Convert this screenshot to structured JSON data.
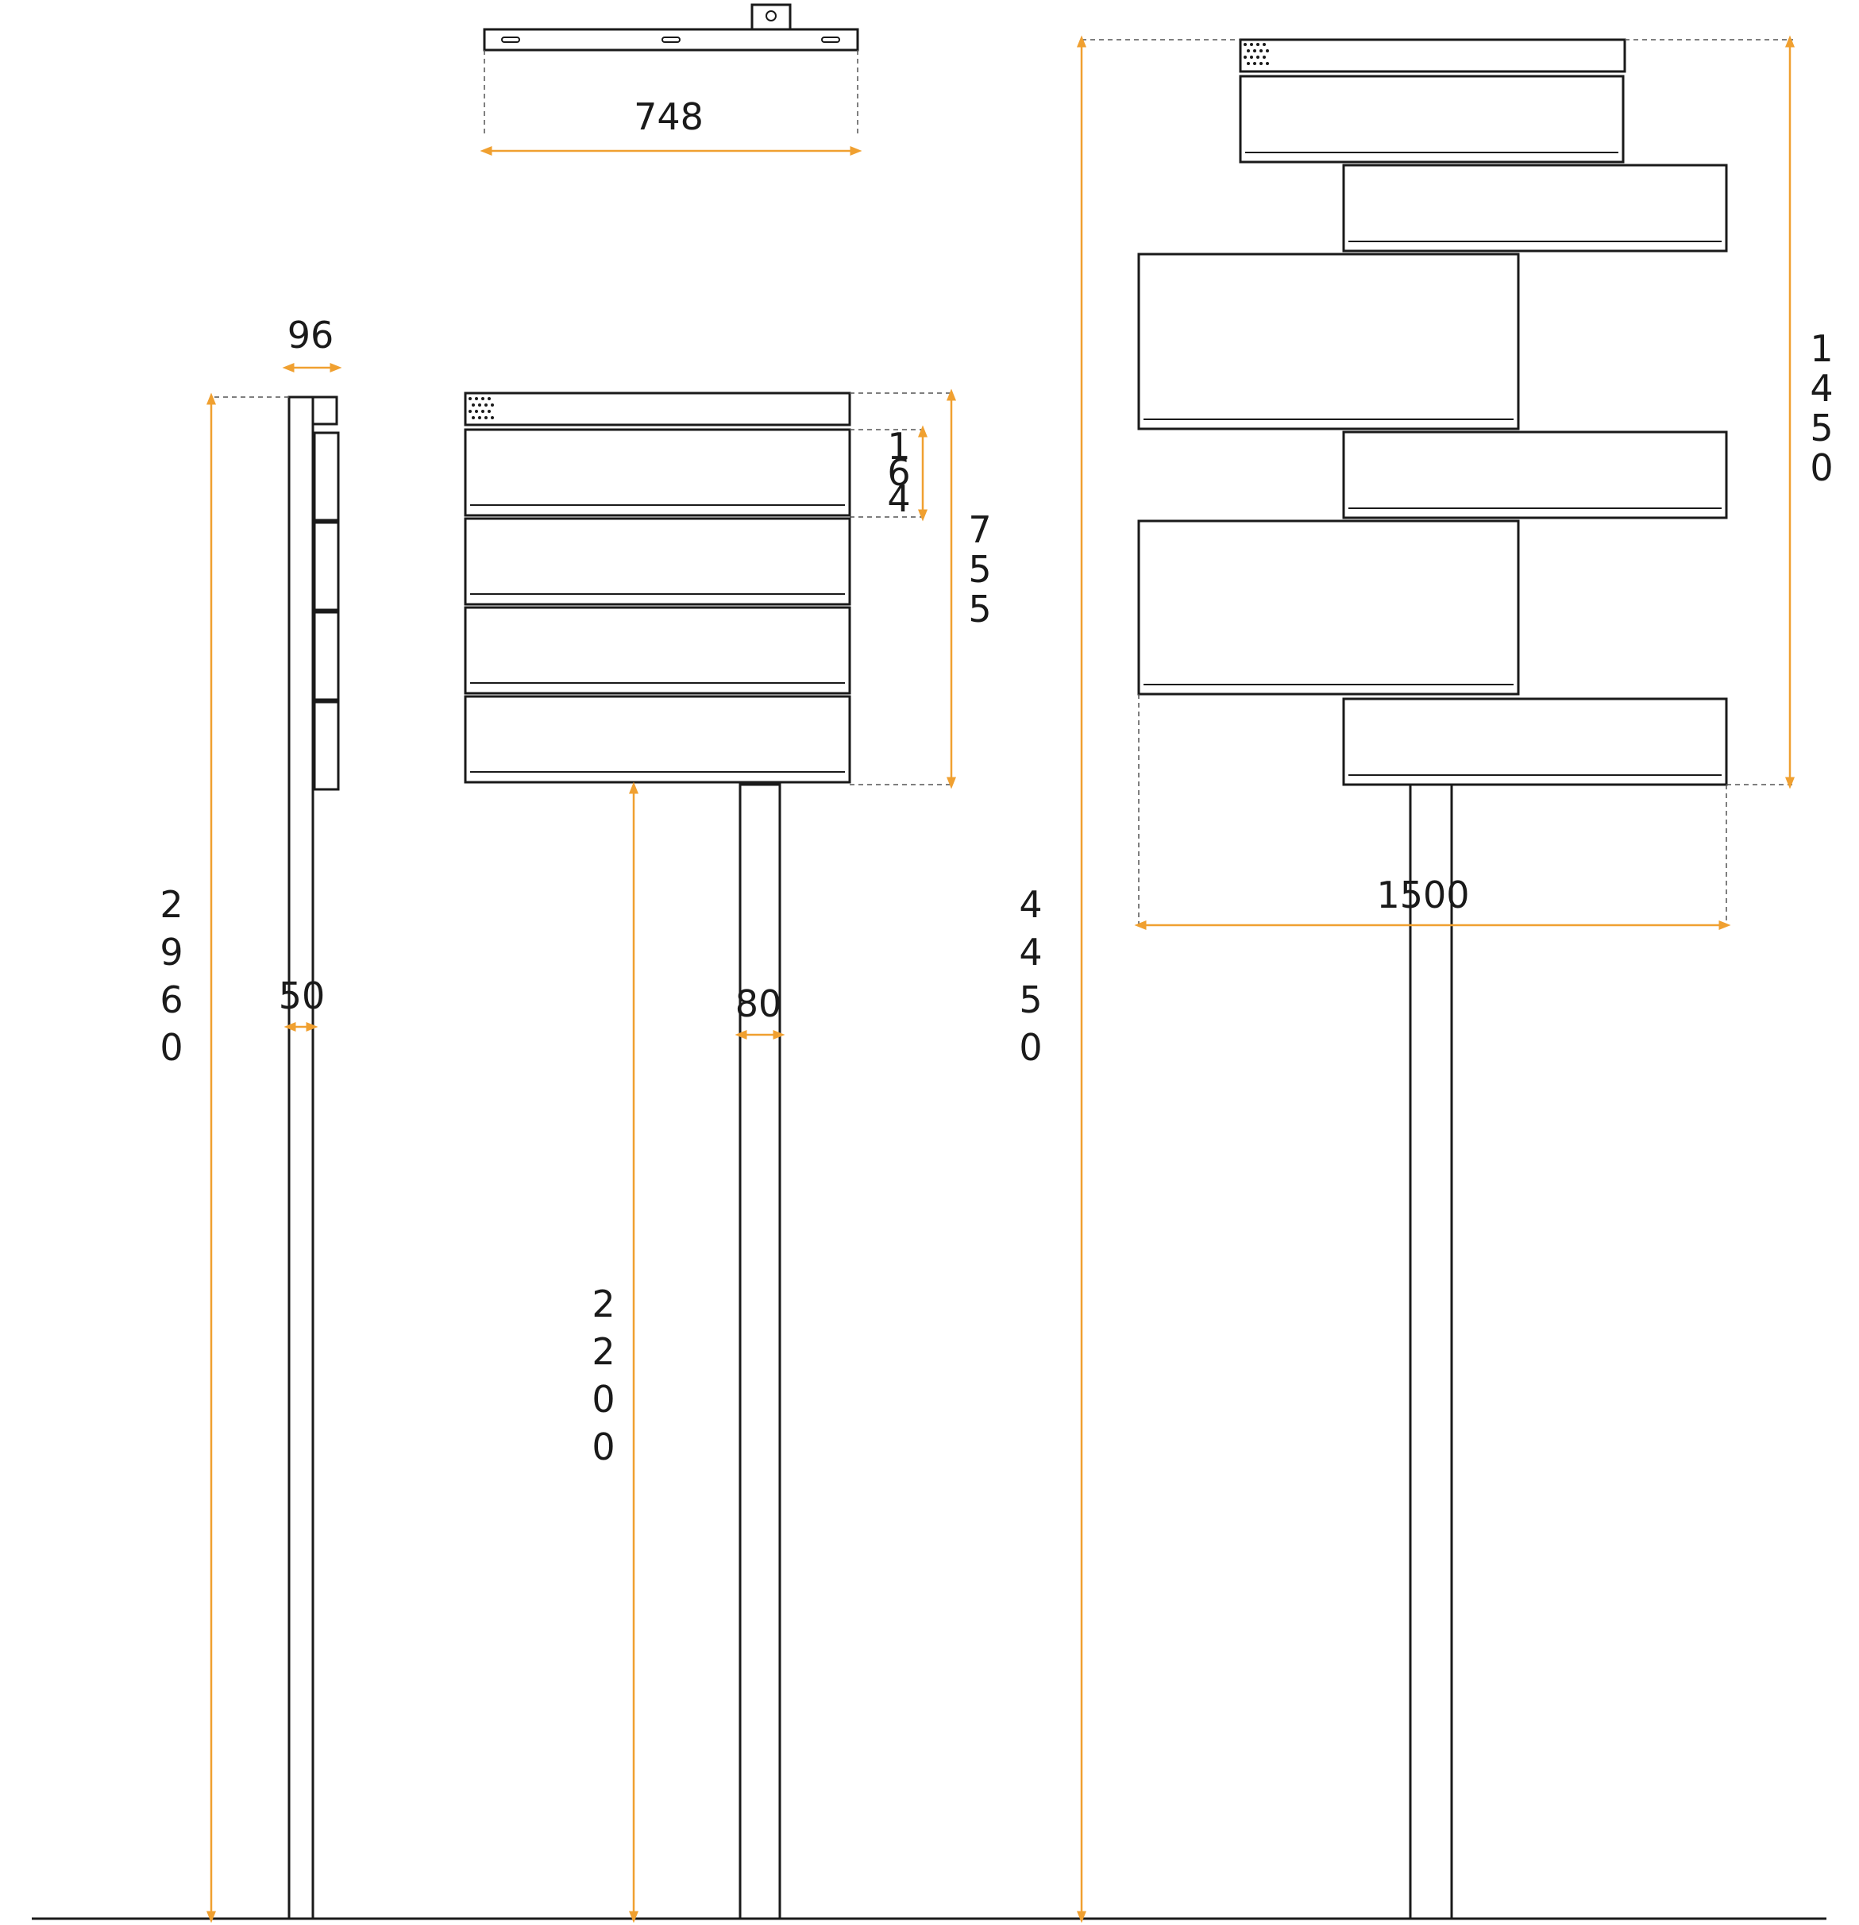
{
  "colors": {
    "line": "#1a1a1a",
    "dimension": "#f0a030",
    "extension": "#555555"
  },
  "dimensions": {
    "top_width": "748",
    "side_depth": "96",
    "side_total_height": [
      "2",
      "9",
      "6",
      "0"
    ],
    "side_post_width": "50",
    "front_box_height": [
      "1",
      "6",
      "4"
    ],
    "front_block_height": [
      "7",
      "5",
      "5"
    ],
    "front_post_width": "80",
    "front_post_height": [
      "2",
      "2",
      "0",
      "0"
    ],
    "large_total_height": [
      "4",
      "4",
      "5",
      "0"
    ],
    "large_block_height": [
      "1",
      "4",
      "5",
      "0"
    ],
    "large_width": "1500"
  }
}
